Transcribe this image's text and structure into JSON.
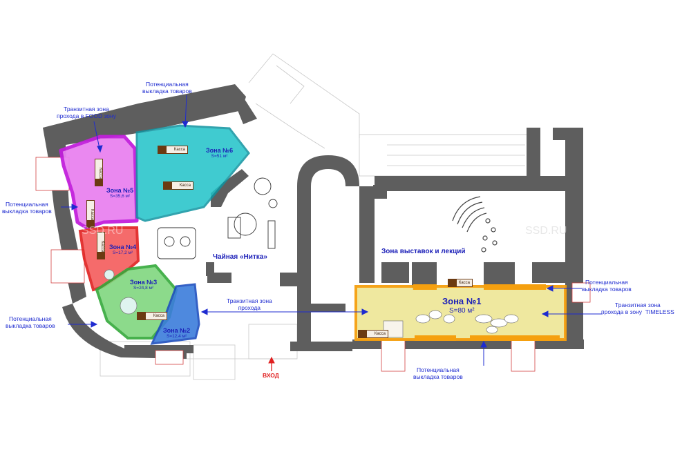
{
  "labels": {
    "transit_food": "Транзитная зона\nпрохода в FOOD зону",
    "display_top": "Потенциальная\nвыкладка товаров",
    "display_left": "Потенциальная\nвыкладка товаров",
    "display_bottom_left": "Потенциальная\nвыкладка товаров",
    "display_right": "Потенциальная\nвыкладка товаров",
    "display_bottom": "Потенциальная\nвыкладка товаров",
    "transit_timeless": "Транзитная зона\nпрохода в зону  TIMELESS",
    "transit_center": "Транзитная зона\nпрохода",
    "tea_room": "Чайная «Нитка»",
    "exhibition": "Зона выставок и лекций",
    "entrance": "ВХОД"
  },
  "zones": [
    {
      "name": "Зона №1",
      "area": "S=80 м²"
    },
    {
      "name": "Зона №2",
      "area": "S=12,4 м²"
    },
    {
      "name": "Зона №3",
      "area": "S=24,8 м²"
    },
    {
      "name": "Зона №4",
      "area": "S=17,2 м²"
    },
    {
      "name": "Зона №5",
      "area": "S=35,6 м²"
    },
    {
      "name": "Зона №6",
      "area": "S=51 м²"
    }
  ],
  "cash_label": "Касса",
  "watermark": "SSD.RU",
  "colors": {
    "wall": "#5e5e5e",
    "zone1": "#efe79a",
    "zone1_border": "#f5a00f",
    "zone2": "#3b7ddb",
    "zone3": "#59c15a",
    "zone4": "#f45b5b",
    "zone5": "#e982f0",
    "zone6": "#1fc3c8",
    "label_blue": "#1e2bd0",
    "entrance_red": "#e02020"
  }
}
